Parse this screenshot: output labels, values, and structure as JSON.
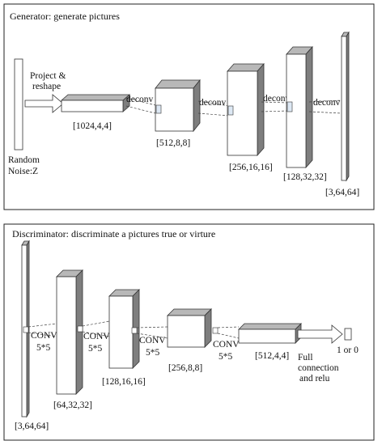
{
  "generator": {
    "title": "Generator: generate pictures",
    "input_label_line1": "Random",
    "input_label_line2": "Noise:Z",
    "project_line1": "Project &",
    "project_line2": "reshape",
    "layers": [
      {
        "shape": "[1024,4,4]"
      },
      {
        "shape": "[512,8,8]",
        "op": "deconv"
      },
      {
        "shape": "[256,16,16]",
        "op": "deconv"
      },
      {
        "shape": "[128,32,32]",
        "op": "deconv"
      },
      {
        "shape": "[3,64,64]",
        "op": "deconv"
      }
    ]
  },
  "discriminator": {
    "title": "Discriminator: discriminate a  pictures true or virture",
    "layers": [
      {
        "shape": "[3,64,64]"
      },
      {
        "shape": "[64,32,32]",
        "op": "CONV",
        "kernel": "5*5"
      },
      {
        "shape": "[128,16,16]",
        "op": "CONV",
        "kernel": "5*5"
      },
      {
        "shape": "[256,8,8]",
        "op": "CONV",
        "kernel": "5*5"
      },
      {
        "shape": "[512,4,4]",
        "op": "CONV",
        "kernel": "5*5"
      }
    ],
    "fc_line1": "Full",
    "fc_line2": "connection",
    "fc_line3": "and relu",
    "output_label": "1 or 0"
  }
}
